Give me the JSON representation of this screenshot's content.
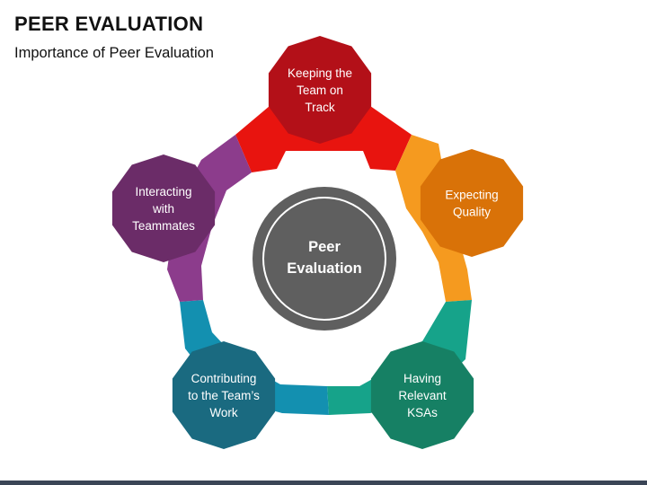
{
  "header": {
    "title": "PEER EVALUATION",
    "subtitle": "Importance of Peer Evaluation"
  },
  "center": {
    "lines": [
      "Peer",
      "Evaluation"
    ],
    "color": "#5f5f5f"
  },
  "nodes": [
    {
      "lines": [
        "Keeping the",
        "Team on",
        "Track"
      ],
      "color": "#b31018",
      "band": "#e8140f"
    },
    {
      "lines": [
        "Expecting",
        "Quality"
      ],
      "color": "#d97208",
      "band": "#f59a1f"
    },
    {
      "lines": [
        "Having",
        "Relevant",
        "KSAs"
      ],
      "color": "#168064",
      "band": "#16a38a"
    },
    {
      "lines": [
        "Contributing",
        "to the Team’s",
        "Work"
      ],
      "color": "#1a6a80",
      "band": "#1390b0"
    },
    {
      "lines": [
        "Interacting",
        "with",
        "Teammates"
      ],
      "color": "#6b2c68",
      "band": "#8c3c8c"
    }
  ]
}
